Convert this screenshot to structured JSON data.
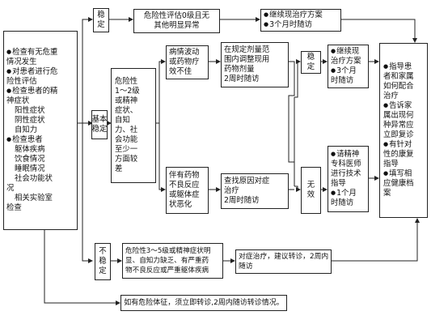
{
  "start": {
    "lines": [
      {
        "t": "检查有无危重",
        "b": true
      },
      {
        "t": "情况发生"
      },
      {
        "t": "对患者进行危",
        "b": true
      },
      {
        "t": "险性评估"
      },
      {
        "t": "检查患者的精",
        "b": true
      },
      {
        "t": "神症状"
      },
      {
        "t": "阳性症状",
        "i": true
      },
      {
        "t": "阴性症状",
        "i": true
      },
      {
        "t": "自知力",
        "i": true
      },
      {
        "t": "检查患者",
        "b": true
      },
      {
        "t": "躯体疾病",
        "i": true
      },
      {
        "t": "饮食情况",
        "i": true
      },
      {
        "t": "睡眠情况",
        "i": true
      },
      {
        "t": "社会功能状",
        "i": true
      },
      {
        "t": "况"
      },
      {
        "t": "相关实验室",
        "i": true
      },
      {
        "t": "检查"
      }
    ]
  },
  "stable": {
    "l1": "稳",
    "l2": "定"
  },
  "basic_stable": {
    "l1": "基本",
    "l2": "稳定"
  },
  "unstable": {
    "l1": "不",
    "l2": "稳",
    "l3": "定"
  },
  "risk0": {
    "l1": "危险性评估0级且无",
    "l2": "其他明显异常"
  },
  "continue_top": {
    "l1": "继续现治疗方案",
    "l2": "3个月时随访"
  },
  "risk12": {
    "lines": [
      "危险性",
      "1～2级",
      "或精神",
      "症状、",
      "自知",
      "力、社",
      "会功能",
      "至少一",
      "方面较",
      "差"
    ]
  },
  "fluctuate": {
    "lines": [
      "病情波动",
      "或药物疗",
      "效不佳"
    ]
  },
  "adjust_dose": {
    "lines": [
      "在规定剂量范",
      "围内调整现用",
      "药物剂量",
      "2周时随访"
    ]
  },
  "side_effect": {
    "lines": [
      "伴有药物",
      "不良反应",
      "或躯体症",
      "状恶化"
    ]
  },
  "find_cause": {
    "lines": [
      "查找原因对症",
      "治疗",
      "2周时随访"
    ]
  },
  "stable_mid": {
    "l1": "稳",
    "l2": "定"
  },
  "invalid": {
    "l1": "无",
    "l2": "效"
  },
  "continue_mid": {
    "lines": [
      {
        "t": "继续现",
        "b": true
      },
      {
        "t": "治疗方案"
      },
      {
        "t": "3个月",
        "b": true
      },
      {
        "t": "时随访"
      }
    ]
  },
  "referral": {
    "lines": [
      {
        "t": "请精神",
        "b": true
      },
      {
        "t": "专科医师"
      },
      {
        "t": "进行技术"
      },
      {
        "t": "指导"
      },
      {
        "t": "1个月",
        "b": true
      },
      {
        "t": "时随访"
      }
    ]
  },
  "guidance": {
    "lines": [
      {
        "t": "指导患",
        "b": true
      },
      {
        "t": "者和家属"
      },
      {
        "t": "如何配合"
      },
      {
        "t": "治疗"
      },
      {
        "t": "告诉家",
        "b": true
      },
      {
        "t": "属出现何"
      },
      {
        "t": "种异常应"
      },
      {
        "t": "立即复诊"
      },
      {
        "t": "有针对",
        "b": true
      },
      {
        "t": "性的康复"
      },
      {
        "t": "指导"
      },
      {
        "t": "填写相",
        "b": true
      },
      {
        "t": "应健康档"
      },
      {
        "t": "案"
      }
    ]
  },
  "risk35": {
    "lines": [
      "危险性3～5级或精神症状明",
      "显、自知力缺乏、有严重药",
      "物不良反应或严重躯体疾病"
    ]
  },
  "symptomatic": {
    "l1": "对症治疗，建议转诊，2周内",
    "l2": "随访"
  },
  "danger": {
    "text": "如有危险体征，须立即转诊,2周内随访转诊情况。"
  }
}
